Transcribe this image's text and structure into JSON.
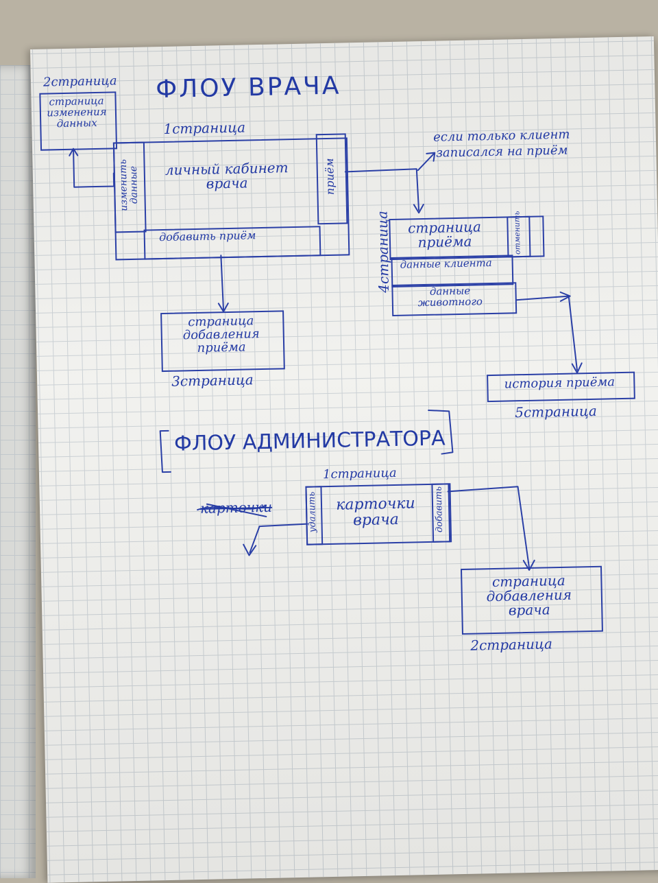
{
  "doctor_flow": {
    "title": "ФЛОУ ВРАЧА",
    "page1_label": "1страница",
    "cabinet_title": "личный кабинет врача",
    "change_data_tab": "изменить данные",
    "reception_tab": "приём",
    "add_reception_tab": "добавить приём",
    "page2_label": "2страница",
    "edit_page_title": "страница изменения данных",
    "condition_note": "если только клиент записался на приём",
    "page4_label": "4страница",
    "reception_page_title": "страница приёма",
    "reception_page_tab": "отменить",
    "client_data": "данные клиента",
    "animal_data": "данные животного",
    "add_page_title": "страница добавления приёма",
    "page3_label": "3страница",
    "history_title": "история приёма",
    "page5_label": "5страница"
  },
  "admin_flow": {
    "title": "ФЛОУ АДМИНИСТРАТОРА",
    "page1_label": "1страница",
    "cards_title": "карточки врача",
    "delete_tab": "удалить",
    "add_tab": "добавить",
    "crossed_label": "карточки",
    "add_doctor_page": "страница добавления врача",
    "page2_label": "2страница"
  },
  "colors": {
    "ink": "#233aa4",
    "paper": "#f1f1ee",
    "grid": "#c9cfd3"
  }
}
